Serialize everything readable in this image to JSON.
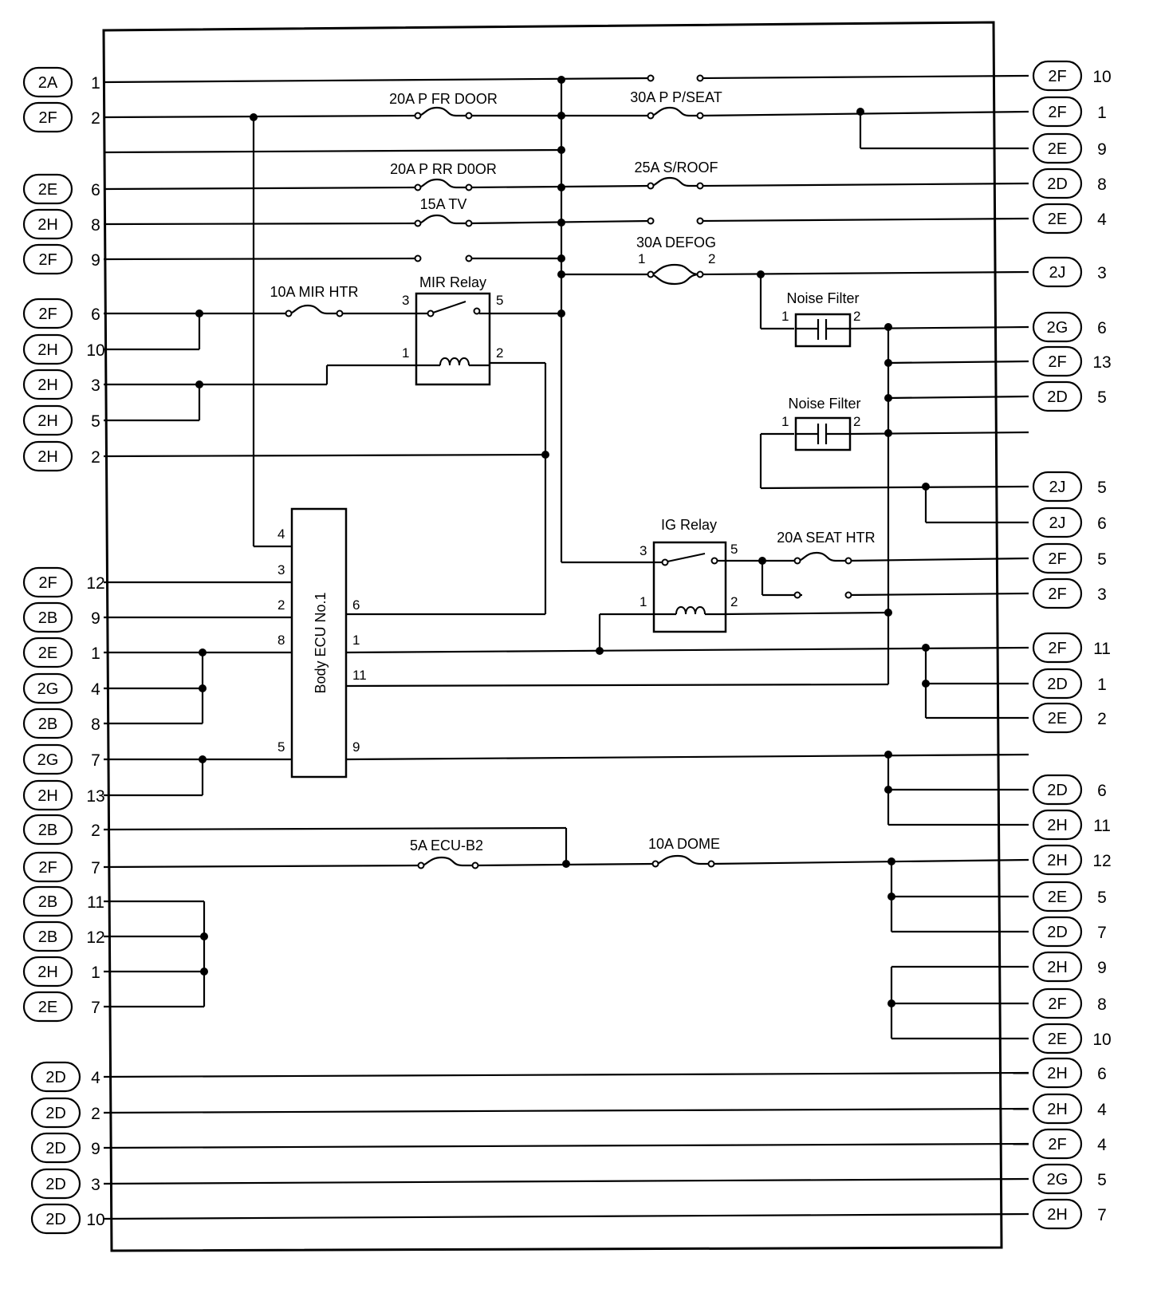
{
  "left_connectors": [
    {
      "conn": "2A",
      "pin": "1"
    },
    {
      "conn": "2F",
      "pin": "2"
    },
    {
      "conn": "2E",
      "pin": "6"
    },
    {
      "conn": "2H",
      "pin": "8"
    },
    {
      "conn": "2F",
      "pin": "9"
    },
    {
      "conn": "2F",
      "pin": "6"
    },
    {
      "conn": "2H",
      "pin": "10"
    },
    {
      "conn": "2H",
      "pin": "3"
    },
    {
      "conn": "2H",
      "pin": "5"
    },
    {
      "conn": "2H",
      "pin": "2"
    },
    {
      "conn": "2F",
      "pin": "12"
    },
    {
      "conn": "2B",
      "pin": "9"
    },
    {
      "conn": "2E",
      "pin": "1"
    },
    {
      "conn": "2G",
      "pin": "4"
    },
    {
      "conn": "2B",
      "pin": "8"
    },
    {
      "conn": "2G",
      "pin": "7"
    },
    {
      "conn": "2H",
      "pin": "13"
    },
    {
      "conn": "2B",
      "pin": "2"
    },
    {
      "conn": "2F",
      "pin": "7"
    },
    {
      "conn": "2B",
      "pin": "11"
    },
    {
      "conn": "2B",
      "pin": "12"
    },
    {
      "conn": "2H",
      "pin": "1"
    },
    {
      "conn": "2E",
      "pin": "7"
    },
    {
      "conn": "2D",
      "pin": "4"
    },
    {
      "conn": "2D",
      "pin": "2"
    },
    {
      "conn": "2D",
      "pin": "9"
    },
    {
      "conn": "2D",
      "pin": "3"
    },
    {
      "conn": "2D",
      "pin": "10"
    }
  ],
  "right_connectors": [
    {
      "conn": "2F",
      "pin": "10"
    },
    {
      "conn": "2F",
      "pin": "1"
    },
    {
      "conn": "2E",
      "pin": "9"
    },
    {
      "conn": "2D",
      "pin": "8"
    },
    {
      "conn": "2E",
      "pin": "4"
    },
    {
      "conn": "2J",
      "pin": "3"
    },
    {
      "conn": "2G",
      "pin": "6"
    },
    {
      "conn": "2F",
      "pin": "13"
    },
    {
      "conn": "2D",
      "pin": "5"
    },
    {
      "conn": "2J",
      "pin": "5"
    },
    {
      "conn": "2J",
      "pin": "6"
    },
    {
      "conn": "2F",
      "pin": "5"
    },
    {
      "conn": "2F",
      "pin": "3"
    },
    {
      "conn": "2F",
      "pin": "11"
    },
    {
      "conn": "2D",
      "pin": "1"
    },
    {
      "conn": "2E",
      "pin": "2"
    },
    {
      "conn": "2D",
      "pin": "6"
    },
    {
      "conn": "2H",
      "pin": "11"
    },
    {
      "conn": "2H",
      "pin": "12"
    },
    {
      "conn": "2E",
      "pin": "5"
    },
    {
      "conn": "2D",
      "pin": "7"
    },
    {
      "conn": "2H",
      "pin": "9"
    },
    {
      "conn": "2F",
      "pin": "8"
    },
    {
      "conn": "2E",
      "pin": "10"
    },
    {
      "conn": "2H",
      "pin": "6"
    },
    {
      "conn": "2H",
      "pin": "4"
    },
    {
      "conn": "2F",
      "pin": "4"
    },
    {
      "conn": "2G",
      "pin": "5"
    },
    {
      "conn": "2H",
      "pin": "7"
    }
  ],
  "fuses": {
    "p_fr_door": "20A P FR DOOR",
    "p_pseat": "30A P P/SEAT",
    "p_rr_door": "20A P RR D0OR",
    "s_roof": "25A S/ROOF",
    "tv": "15A TV",
    "defog": "30A DEFOG",
    "mir_htr": "10A MIR HTR",
    "seat_htr": "20A SEAT HTR",
    "ecu_b2": "5A ECU-B2",
    "dome": "10A DOME"
  },
  "relays": {
    "mir": "MIR Relay",
    "ig": "IG Relay"
  },
  "noise_filters": [
    "Noise Filter",
    "Noise Filter"
  ],
  "ecu": {
    "label": "Body ECU No.1",
    "left_pins": [
      "4",
      "3",
      "2",
      "8",
      "5"
    ],
    "right_pins": [
      "6",
      "1",
      "11",
      "9"
    ]
  },
  "terminal_numbers": {
    "mir_relay": [
      "3",
      "5",
      "1",
      "2"
    ],
    "ig_relay": [
      "3",
      "5",
      "1",
      "2"
    ],
    "defog": [
      "1",
      "2"
    ],
    "noise_filter_1": [
      "1",
      "2"
    ],
    "noise_filter_2": [
      "1",
      "2"
    ]
  }
}
